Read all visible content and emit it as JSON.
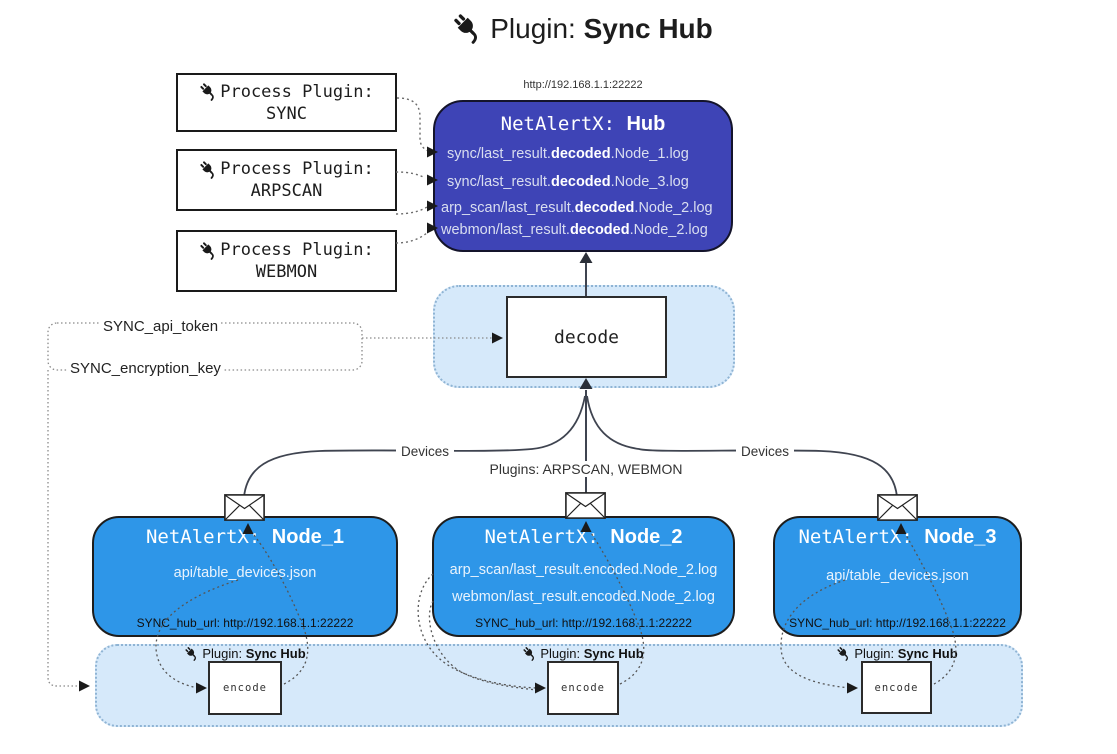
{
  "title": {
    "prefix": "Plugin: ",
    "name": "Sync Hub"
  },
  "process_plugins": [
    {
      "label": "Process Plugin:",
      "name": "SYNC"
    },
    {
      "label": "Process Plugin:",
      "name": "ARPSCAN"
    },
    {
      "label": "Process Plugin:",
      "name": "WEBMON"
    }
  ],
  "hub": {
    "url": "http://192.168.1.1:22222",
    "title_prefix": "NetAlertX: ",
    "title_name": "Hub",
    "lines": [
      {
        "pre": "sync/last_result.",
        "bold": "decoded",
        "post": ".Node_1.log"
      },
      {
        "pre": "sync/last_result.",
        "bold": "decoded",
        "post": ".Node_3.log"
      },
      {
        "pre": "arp_scan/last_result.",
        "bold": "decoded",
        "post": ".Node_2.log"
      },
      {
        "pre": "webmon/last_result.",
        "bold": "decoded",
        "post": ".Node_2.log"
      }
    ]
  },
  "decode": {
    "label": "decode"
  },
  "settings": {
    "api_token": "SYNC_api_token",
    "encryption_key": "SYNC_encryption_key"
  },
  "edges": {
    "devices_left": "Devices",
    "devices_right": "Devices",
    "plugins_middle": "Plugins: ARPSCAN, WEBMON"
  },
  "nodes": [
    {
      "title_prefix": "NetAlertX: ",
      "title_name": "Node_1",
      "files": [
        "api/table_devices.json"
      ],
      "hub_url": "SYNC_hub_url: http://192.168.1.1:22222"
    },
    {
      "title_prefix": "NetAlertX: ",
      "title_name": "Node_2",
      "files": [
        "arp_scan/last_result.encoded.Node_2.log",
        "webmon/last_result.encoded.Node_2.log"
      ],
      "hub_url": "SYNC_hub_url: http://192.168.1.1:22222"
    },
    {
      "title_prefix": "NetAlertX: ",
      "title_name": "Node_3",
      "files": [
        "api/table_devices.json"
      ],
      "hub_url": "SYNC_hub_url: http://192.168.1.1:22222"
    }
  ],
  "encoders": [
    {
      "label_prefix": "Plugin: ",
      "label_name": "Sync Hub",
      "box": "encode"
    },
    {
      "label_prefix": "Plugin: ",
      "label_name": "Sync Hub",
      "box": "encode"
    },
    {
      "label_prefix": "Plugin: ",
      "label_name": "Sync Hub",
      "box": "encode"
    }
  ],
  "colors": {
    "hub_fill": "#3e44b6",
    "node_fill": "#2e96e8",
    "band_fill": "#d6e9fa",
    "band_border": "#8fb4d4",
    "line": "#3f4450"
  }
}
